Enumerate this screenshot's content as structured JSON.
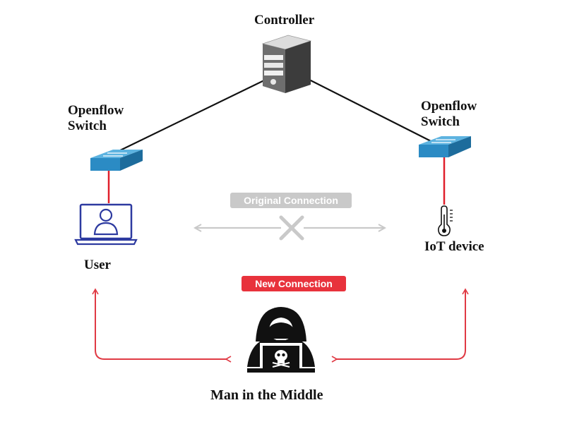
{
  "nodes": {
    "controller": {
      "label": "Controller"
    },
    "switch_left": {
      "line1": "Openflow",
      "line2": "Switch"
    },
    "switch_right": {
      "line1": "Openflow",
      "line2": "Switch"
    },
    "user": {
      "label": "User"
    },
    "iot": {
      "label": "IoT device"
    },
    "attacker": {
      "label": "Man in the Middle"
    }
  },
  "connections": {
    "original": {
      "label": "Original Connection",
      "color": "#c9c9c9",
      "status": "blocked"
    },
    "new": {
      "label": "New Connection",
      "color": "#e8323c"
    }
  },
  "colors": {
    "control_link": "#111111",
    "access_link": "#e0202c",
    "mitm_link": "#e03a44",
    "switch_body": "#2b8bc4",
    "laptop": "#2d3aa0"
  },
  "icons": [
    "server-icon",
    "network-switch-icon",
    "laptop-user-icon",
    "thermometer-icon",
    "hacker-icon",
    "skull-icon",
    "cross-icon"
  ]
}
